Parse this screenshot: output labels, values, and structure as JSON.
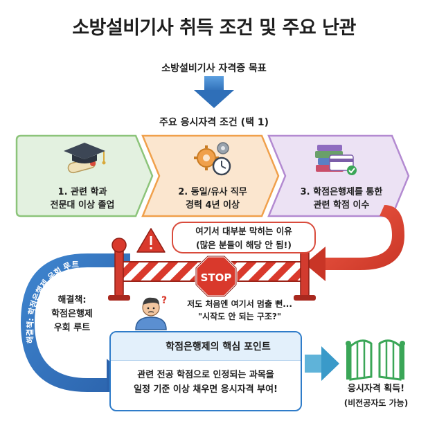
{
  "title": "소방설비기사 취득 조건 및 주요 난관",
  "goal": "소방설비기사 자격증 목표",
  "conditions_label": "주요 응시자격 조건 (택 1)",
  "conditions": [
    {
      "line1": "1. 관련 학과",
      "line2": "전문대 이상 졸업",
      "icon": "graduation-cap-diploma-icon",
      "color": "#e3f1e0"
    },
    {
      "line1": "2. 동일/유사 직무",
      "line2": "경력 4년 이상",
      "icon": "gears-clock-icon",
      "color": "#fbe6cf"
    },
    {
      "line1": "3. 학점은행제를 통한",
      "line2": "관련 학점 이수",
      "icon": "books-card-icon",
      "color": "#ece2f4"
    }
  ],
  "warning": {
    "line1": "여기서 대부분 막히는 이유",
    "line2": "(많은 분들이 해당 안 됨!)"
  },
  "stop_sign": "STOP",
  "quote": {
    "line1": "저도 처음엔 여기서 멈출 뻔...",
    "line2": "\"시작도 안 되는 구조?\""
  },
  "detour_arrow_label": "해결책: 학점은행제 우회 루트",
  "solution": {
    "line1": "해결책:",
    "line2": "학점은행제",
    "line3": "우회 루트"
  },
  "core": {
    "title": "학점은행제의 핵심 포인트",
    "line1": "관련 전공 학점으로 인정되는 과목을",
    "line2": "일정 기준 이상 채우면 응시자격 부여!"
  },
  "result": {
    "line1": "응시자격 획득!",
    "line2": "(비전공자도 가능)"
  },
  "colors": {
    "green": "#8cc47a",
    "orange": "#f0a04b",
    "purple": "#b38ad1",
    "red": "#d94b3c",
    "blue": "#2f7cc9"
  }
}
